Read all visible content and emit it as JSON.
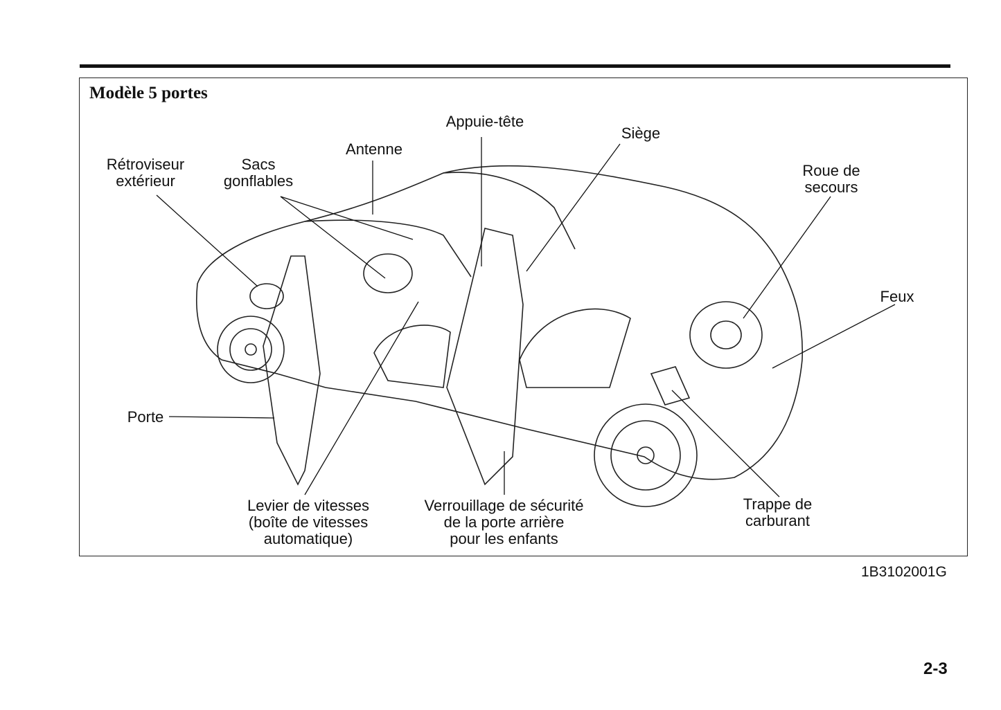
{
  "header": {
    "title": "Modèle 5 portes"
  },
  "labels": {
    "retroviseur": "Rétroviseur\nextérieur",
    "sacs": "Sacs\ngonflables",
    "antenne": "Antenne",
    "appuie_tete": "Appuie-tête",
    "siege": "Siège",
    "roue": "Roue de\nsecours",
    "feux": "Feux",
    "porte": "Porte",
    "levier": "Levier de vitesses\n(boîte de vitesses\nautomatique)",
    "verrouillage": "Verrouillage de sécurité\nde la porte arrière\npour les enfants",
    "trappe": "Trappe de\ncarburant"
  },
  "figure_code": "1B3102001G",
  "page_number": "2-3"
}
